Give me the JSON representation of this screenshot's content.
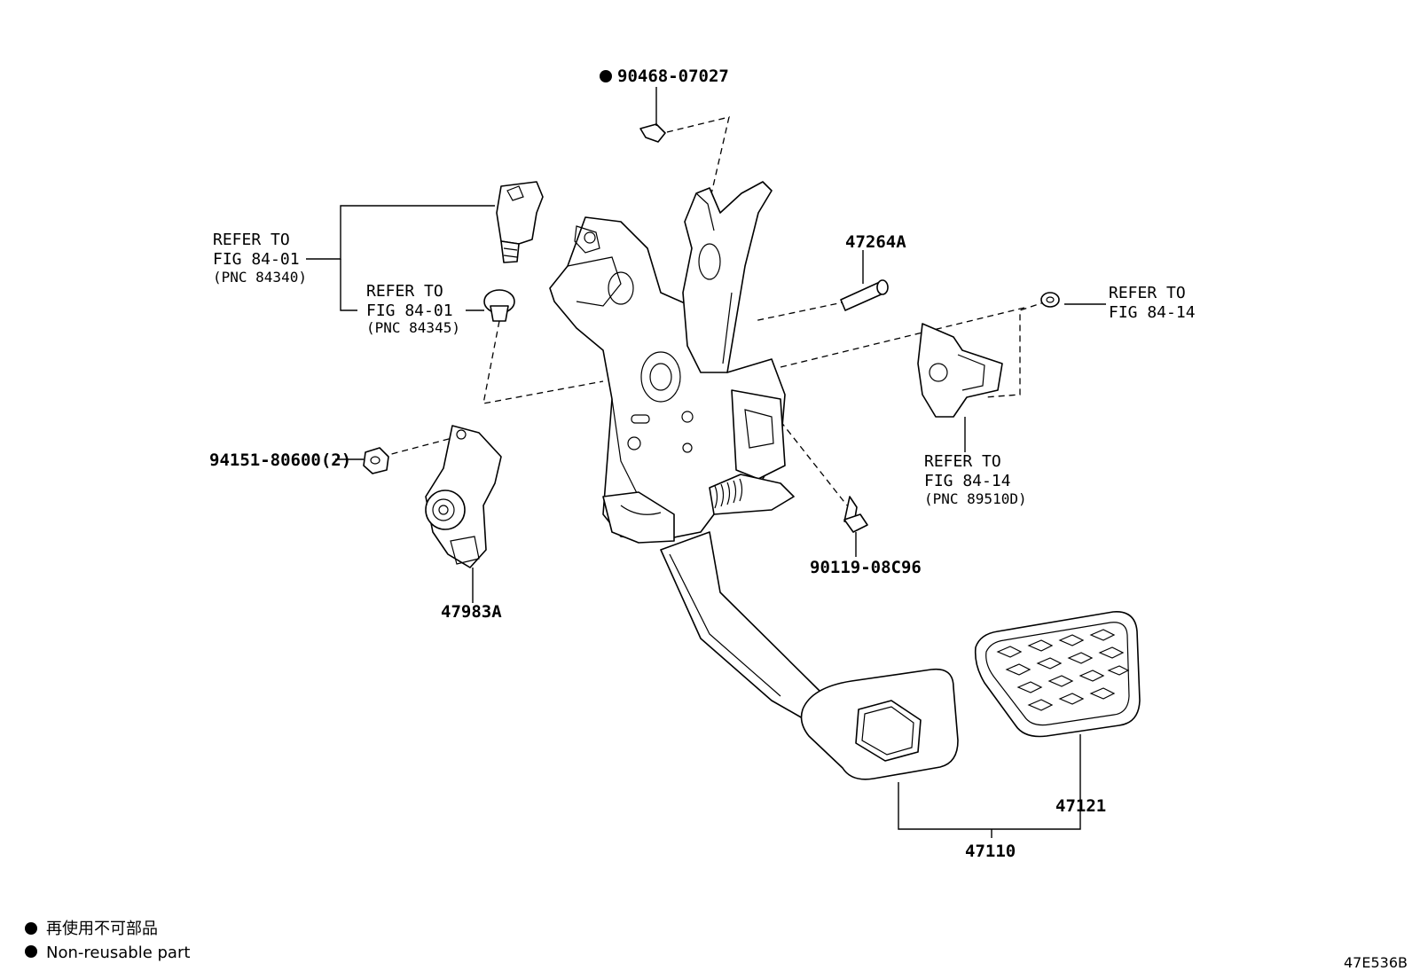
{
  "parts": {
    "clip_pin": "90468-07027",
    "bolt_nut": "94151-80600(2)",
    "sensor": "47983A",
    "pin": "47264A",
    "bolt": "90119-08C96",
    "pedal_assembly": "47110",
    "pedal_pad": "47121"
  },
  "refs": {
    "ref_a": {
      "line1": "REFER TO",
      "line2": "FIG 84-01",
      "line3": "(PNC 84340)"
    },
    "ref_b": {
      "line1": "REFER TO",
      "line2": "FIG 84-01",
      "line3": "(PNC 84345)"
    },
    "ref_c": {
      "line1": "REFER TO",
      "line2": "FIG 84-14"
    },
    "ref_d": {
      "line1": "REFER TO",
      "line2": "FIG 84-14",
      "line3": "(PNC 89510D)"
    }
  },
  "legend": {
    "japanese": "再使用不可部品",
    "english": "Non-reusable part"
  },
  "figure_code": "47E536B"
}
